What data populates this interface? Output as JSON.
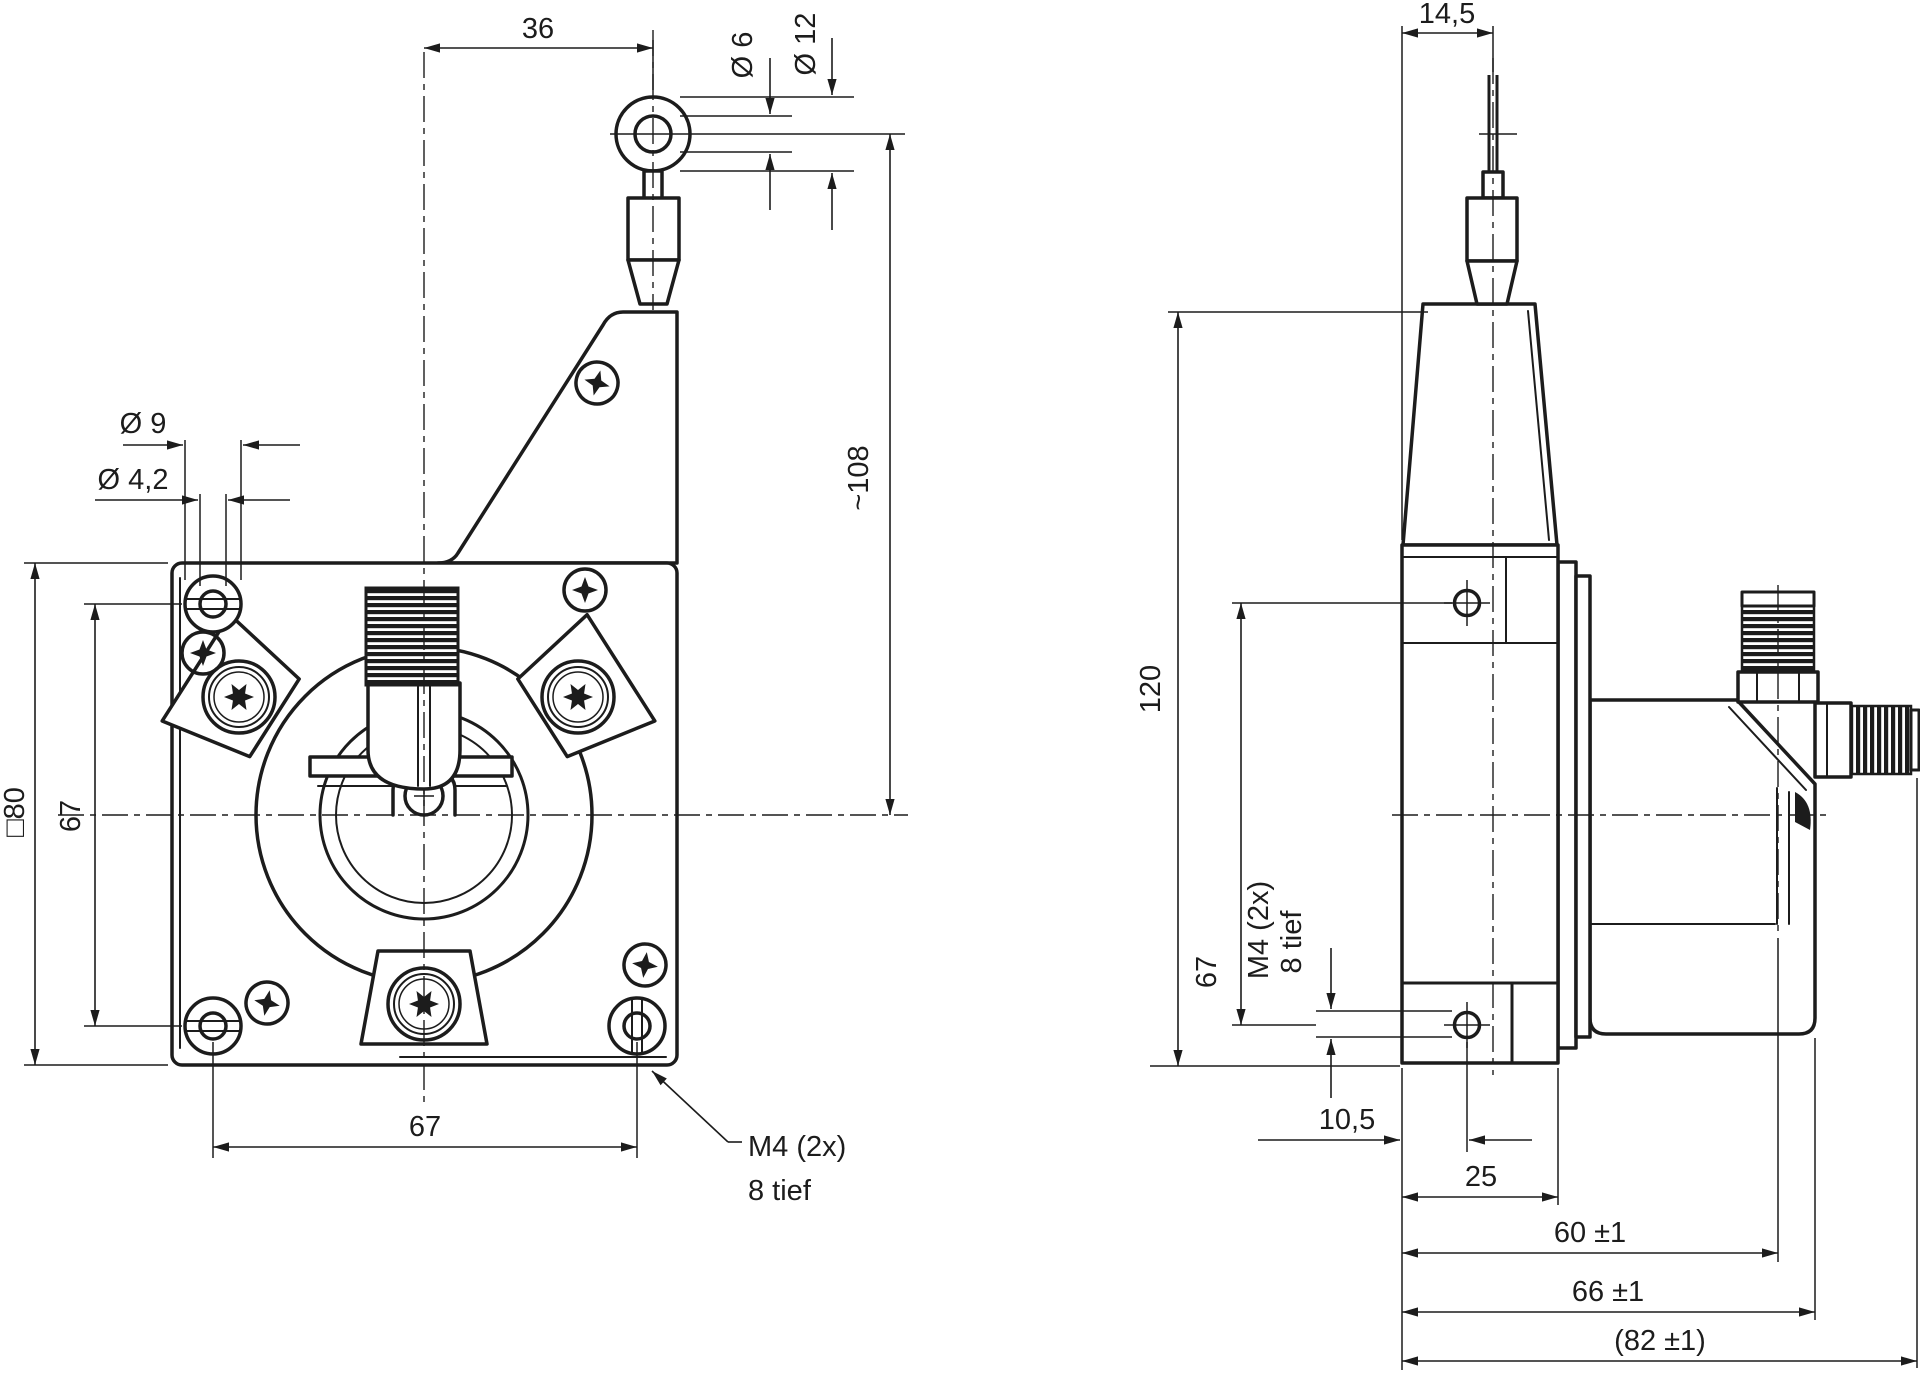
{
  "drawing": {
    "front_view": {
      "dim_drum_axis_to_wire": "36",
      "dim_eyelet_bore": "Ø 6",
      "dim_eyelet_outer": "Ø 12",
      "dim_counterbore": "Ø 9",
      "dim_through_hole": "Ø 4,2",
      "dim_body_square": "□80",
      "dim_hole_spacing_vertical": "67",
      "dim_hole_spacing_horizontal": "67",
      "dim_wire_outlet_height": "~108",
      "thread_note_line1": "M4 (2x)",
      "thread_note_line2": "8 tief"
    },
    "side_view": {
      "dim_wire_offset": "14,5",
      "dim_total_height": "120",
      "dim_hole_spacing": "67",
      "thread_note_line1": "M4 (2x)",
      "thread_note_line2": "8 tief",
      "dim_hole_axis_offset": "10,5",
      "dim_flange_depth": "25",
      "dim_connector_axis_depth": "60 ±1",
      "dim_housing_depth": "66 ±1",
      "dim_total_depth": "(82 ±1)"
    }
  }
}
